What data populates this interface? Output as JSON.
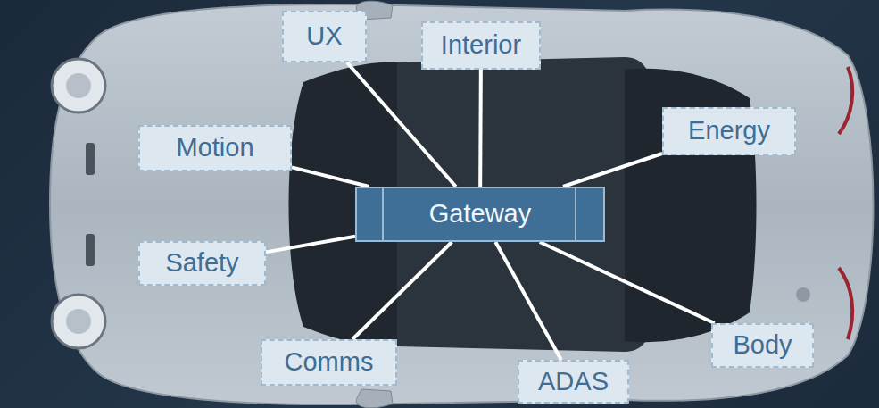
{
  "diagram": {
    "nodes": [
      {
        "text": [
          "UX"
        ]
      },
      {
        "text": [
          "Interior"
        ]
      },
      {
        "text": [
          "Motion"
        ]
      },
      {
        "text": [
          "Energy"
        ]
      },
      {
        "text": [
          "Gateway"
        ]
      },
      {
        "text": [
          "Safety"
        ]
      },
      {
        "text": [
          "Body"
        ]
      },
      {
        "text": [
          "Comms"
        ]
      },
      {
        "text": [
          "ADAS"
        ]
      }
    ],
    "edges": [
      {
        "from": 4,
        "to": 0,
        "arrow": "none"
      },
      {
        "from": 4,
        "to": 1,
        "arrow": "none"
      },
      {
        "from": 4,
        "to": 2,
        "arrow": "none"
      },
      {
        "from": 4,
        "to": 3,
        "arrow": "none"
      },
      {
        "from": 4,
        "to": 5,
        "arrow": "none"
      },
      {
        "from": 4,
        "to": 6,
        "arrow": "none"
      },
      {
        "from": 4,
        "to": 7,
        "arrow": "none"
      },
      {
        "from": 4,
        "to": 8,
        "arrow": "none"
      }
    ]
  }
}
